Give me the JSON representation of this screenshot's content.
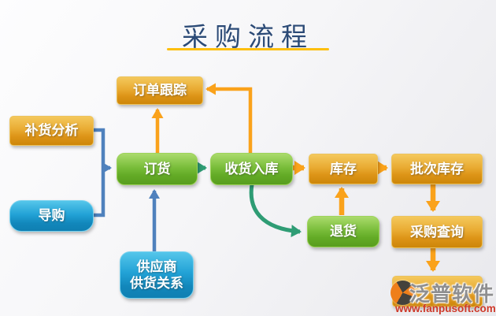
{
  "title": {
    "text": "采购流程"
  },
  "nodes": {
    "order_tracking": {
      "label": "订单跟踪",
      "color": "orange"
    },
    "replenishment": {
      "label": "补货分析",
      "color": "orange"
    },
    "ordering": {
      "label": "订货",
      "color": "green"
    },
    "receiving": {
      "label": "收货入库",
      "color": "green"
    },
    "inventory": {
      "label": "库存",
      "color": "orange"
    },
    "batch_inventory": {
      "label": "批次库存",
      "color": "orange"
    },
    "guide": {
      "label": "导购",
      "color": "blue"
    },
    "returns": {
      "label": "退货",
      "color": "green"
    },
    "purchase_query": {
      "label": "采购查询",
      "color": "orange"
    },
    "supplier": {
      "line1": "供应商",
      "line2": "供货关系",
      "color": "blue"
    },
    "obscured_bottom": {
      "label": "",
      "color": "orange"
    }
  },
  "connections": [
    {
      "from": "补货分析",
      "to": "订货",
      "color": "blue"
    },
    {
      "from": "导购",
      "to": "订货",
      "color": "blue"
    },
    {
      "from": "供应商供货关系",
      "to": "订货",
      "color": "blue"
    },
    {
      "from": "订货",
      "to": "订单跟踪",
      "color": "orange"
    },
    {
      "from": "收货入库",
      "to": "订单跟踪",
      "color": "orange"
    },
    {
      "from": "订货",
      "to": "收货入库",
      "color": "teal"
    },
    {
      "from": "收货入库",
      "to": "库存",
      "color": "orange"
    },
    {
      "from": "库存",
      "to": "批次库存",
      "color": "orange"
    },
    {
      "from": "退货",
      "to": "库存",
      "color": "orange"
    },
    {
      "from": "收货入库",
      "to": "退货",
      "color": "teal"
    },
    {
      "from": "批次库存",
      "to": "采购查询",
      "color": "orange"
    },
    {
      "from": "采购查询",
      "to": "底部方框",
      "color": "orange"
    }
  ],
  "watermark": {
    "brand": "泛普软件",
    "url": "www.fanpusoft.com"
  },
  "colors": {
    "orange_box": "#e9ab32",
    "green_box": "#79bd3a",
    "blue_box": "#22a2d6",
    "blue_connector": "#4f81bd",
    "orange_connector": "#faa21b",
    "teal_connector": "#2e9c74",
    "title_text": "#2b4a76",
    "title_underline": "#fdbf0e",
    "watermark_url": "#cd3829"
  }
}
